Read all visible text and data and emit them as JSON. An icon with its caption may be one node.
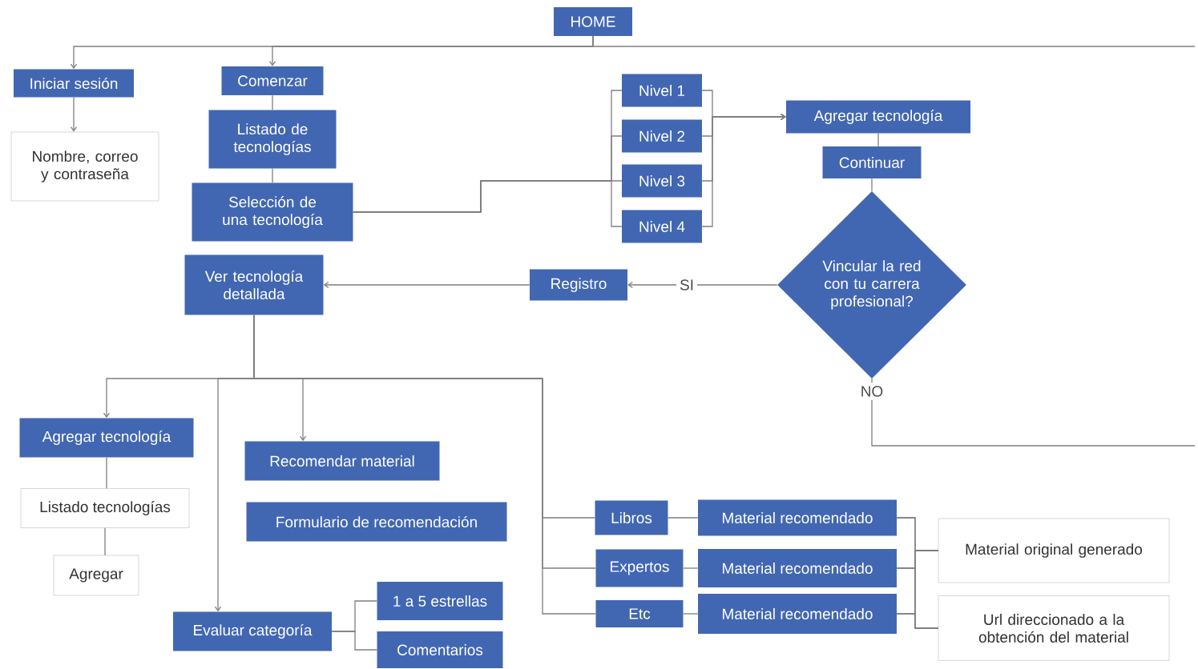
{
  "diagram": {
    "nodes": [
      {
        "text": [
          "HOME"
        ]
      },
      {
        "text": [
          "Iniciar sesión"
        ]
      },
      {
        "text": [
          "Nombre, correo y contraseña"
        ]
      },
      {
        "text": [
          "Comenzar"
        ]
      },
      {
        "text": [
          "Listado de tecnologías"
        ]
      },
      {
        "text": [
          "Selección de una tecnología"
        ]
      },
      {
        "text": [
          "Ver tecnología detallada"
        ]
      },
      {
        "text": [
          "Nivel 1"
        ]
      },
      {
        "text": [
          "Nivel 2"
        ]
      },
      {
        "text": [
          "Nivel 3"
        ]
      },
      {
        "text": [
          "Nivel 4"
        ]
      },
      {
        "text": [
          "Agregar tecnología"
        ]
      },
      {
        "text": [
          "Continuar"
        ]
      },
      {
        "text": [
          "Vincular la red con tu carrera profesional?"
        ]
      },
      {
        "text": [
          "Registro"
        ]
      },
      {
        "text": [
          "Agregar tecnología"
        ]
      },
      {
        "text": [
          "Listado tecnologías"
        ]
      },
      {
        "text": [
          "Agregar"
        ]
      },
      {
        "text": [
          "Recomendar material"
        ]
      },
      {
        "text": [
          "Formulario de recomendación"
        ]
      },
      {
        "text": [
          "Evaluar categoría"
        ]
      },
      {
        "text": [
          "1 a 5 estrellas"
        ]
      },
      {
        "text": [
          "Comentarios"
        ]
      },
      {
        "text": [
          "Libros"
        ]
      },
      {
        "text": [
          "Expertos"
        ]
      },
      {
        "text": [
          "Etc"
        ]
      },
      {
        "text": [
          "Material recomendado"
        ]
      },
      {
        "text": [
          "Material recomendado"
        ]
      },
      {
        "text": [
          "Material recomendado"
        ]
      },
      {
        "text": [
          "Material original generado"
        ]
      },
      {
        "text": [
          "Url direccionado a la obtención del material"
        ]
      }
    ],
    "edges": [
      {
        "from": 0,
        "to": 1,
        "arrow": "to"
      },
      {
        "from": 0,
        "to": 3,
        "arrow": "to"
      },
      {
        "from": 0,
        "to": null,
        "arrow": "none"
      },
      {
        "from": 1,
        "to": 2,
        "arrow": "to"
      },
      {
        "from": 3,
        "to": 4,
        "arrow": "none"
      },
      {
        "from": 4,
        "to": 5,
        "arrow": "none"
      },
      {
        "from": 5,
        "to": 7,
        "arrow": "none"
      },
      {
        "from": 5,
        "to": 8,
        "arrow": "none"
      },
      {
        "from": 5,
        "to": 9,
        "arrow": "none"
      },
      {
        "from": 5,
        "to": 10,
        "arrow": "none"
      },
      {
        "from": 7,
        "to": 11,
        "arrow": "to"
      },
      {
        "from": 8,
        "to": 11,
        "arrow": "to"
      },
      {
        "from": 9,
        "to": 11,
        "arrow": "to"
      },
      {
        "from": 10,
        "to": 11,
        "arrow": "to"
      },
      {
        "from": 11,
        "to": 12,
        "arrow": "none"
      },
      {
        "from": 12,
        "to": 13,
        "arrow": "none"
      },
      {
        "from": 13,
        "to": 14,
        "arrow": "to",
        "label": "SI"
      },
      {
        "from": 14,
        "to": 6,
        "arrow": "to"
      },
      {
        "from": 13,
        "to": null,
        "arrow": "none",
        "label": "NO"
      },
      {
        "from": 6,
        "to": 15,
        "arrow": "to"
      },
      {
        "from": 6,
        "to": 20,
        "arrow": "to"
      },
      {
        "from": 6,
        "to": 18,
        "arrow": "to"
      },
      {
        "from": 6,
        "to": 23,
        "arrow": "none"
      },
      {
        "from": 6,
        "to": 24,
        "arrow": "none"
      },
      {
        "from": 6,
        "to": 25,
        "arrow": "none"
      },
      {
        "from": 15,
        "to": 16,
        "arrow": "none"
      },
      {
        "from": 16,
        "to": 17,
        "arrow": "none"
      },
      {
        "from": 20,
        "to": 21,
        "arrow": "none"
      },
      {
        "from": 20,
        "to": 22,
        "arrow": "none"
      },
      {
        "from": 23,
        "to": 26,
        "arrow": "none"
      },
      {
        "from": 24,
        "to": 27,
        "arrow": "none"
      },
      {
        "from": 25,
        "to": 28,
        "arrow": "none"
      },
      {
        "from": 26,
        "to": 29,
        "arrow": "none"
      },
      {
        "from": 27,
        "to": 29,
        "arrow": "none"
      },
      {
        "from": 28,
        "to": 29,
        "arrow": "none"
      },
      {
        "from": 26,
        "to": 30,
        "arrow": "none"
      },
      {
        "from": 27,
        "to": 30,
        "arrow": "none"
      },
      {
        "from": 28,
        "to": 30,
        "arrow": "none"
      }
    ]
  }
}
